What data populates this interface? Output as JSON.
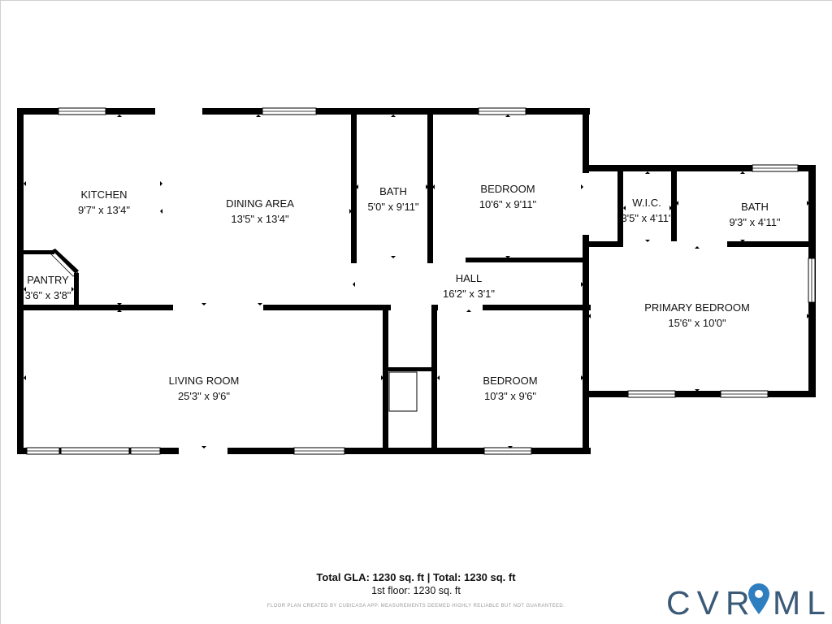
{
  "rooms": {
    "kitchen": {
      "name": "KITCHEN",
      "dims": "9'7\" x 13'4\""
    },
    "dining": {
      "name": "DINING AREA",
      "dims": "13'5\" x 13'4\""
    },
    "bath1": {
      "name": "BATH",
      "dims": "5'0\" x 9'11\""
    },
    "bedroom1": {
      "name": "BEDROOM",
      "dims": "10'6\" x 9'11\""
    },
    "wic": {
      "name": "W.I.C.",
      "dims": "3'5\" x 4'11\""
    },
    "bath2": {
      "name": "BATH",
      "dims": "9'3\" x 4'11\""
    },
    "pantry": {
      "name": "PANTRY",
      "dims": "3'6\" x 3'8\""
    },
    "hall": {
      "name": "HALL",
      "dims": "16'2\" x 3'1\""
    },
    "primary_bedroom": {
      "name": "PRIMARY BEDROOM",
      "dims": "15'6\" x 10'0\""
    },
    "living": {
      "name": "LIVING ROOM",
      "dims": "25'3\" x 9'6\""
    },
    "bedroom2": {
      "name": "BEDROOM",
      "dims": "10'3\" x 9'6\""
    }
  },
  "footer": {
    "total": "Total GLA: 1230 sq. ft | Total: 1230 sq. ft",
    "floor": "1st floor: 1230 sq. ft",
    "disclaimer": "FLOOR PLAN CREATED BY CUBICASA APP. MEASUREMENTS DEEMED HIGHLY RELIABLE BUT NOT GUARANTEED."
  },
  "logo": {
    "text": "CVRMLS",
    "color": "#3a5a78",
    "pin_color": "#2f7fc0"
  },
  "colors": {
    "wall": "#000000",
    "window": "#ffffff",
    "background": "#ffffff"
  }
}
